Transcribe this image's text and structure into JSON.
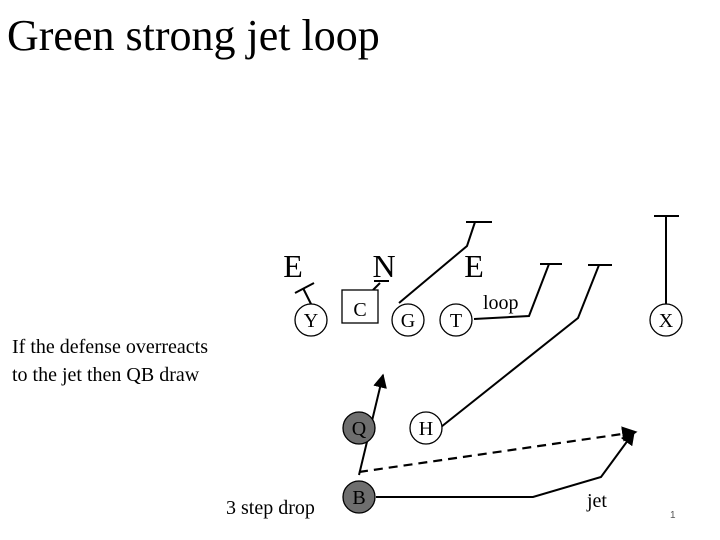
{
  "slide": {
    "title": "Green strong jet loop",
    "note_lines": [
      "If the defense overreacts",
      "to the jet then QB draw"
    ],
    "slide_number": "1"
  },
  "defense": {
    "labels": [
      "E",
      "N",
      "E"
    ]
  },
  "players": {
    "Y": "Y",
    "C": "C",
    "G": "G",
    "T": "T",
    "X": "X",
    "Q": "Q",
    "H": "H",
    "B": "B"
  },
  "route_labels": {
    "loop": "loop",
    "jet": "jet",
    "drop": "3 step drop"
  },
  "colors": {
    "background": "#ffffff",
    "ink": "#000000",
    "backfield_fill": "#6e6e6e"
  }
}
